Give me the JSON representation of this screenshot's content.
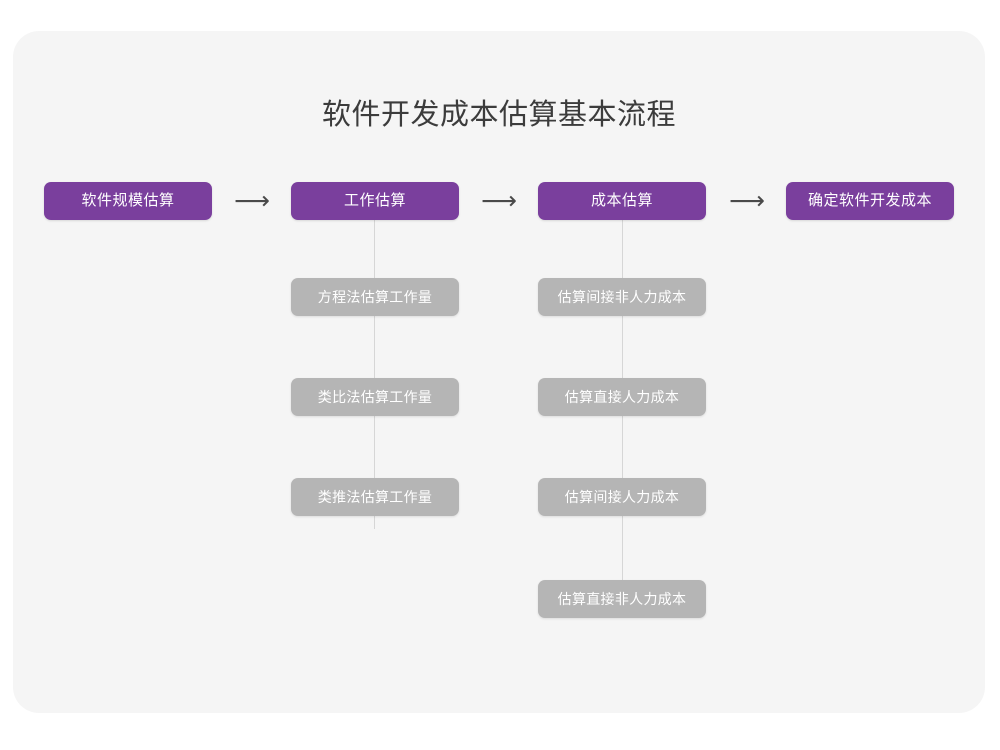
{
  "title": "软件开发成本估算基本流程",
  "colors": {
    "page_background": "#ffffff",
    "card_background": "#f5f5f5",
    "stage_purple": "#7a3f9d",
    "substep_gray": "#b5b5b5",
    "connector_line": "#d6d6d6",
    "title_text": "#3c3c3c",
    "box_text": "#ffffff",
    "arrow": "#4a4a4a"
  },
  "arrows": {
    "glyph": "⟶",
    "icon_name": "right-arrow-icon",
    "items": [
      {
        "from": "软件规模估算",
        "to": "工作估算"
      },
      {
        "from": "工作估算",
        "to": "成本估算"
      },
      {
        "from": "成本估算",
        "to": "确定软件开发成本"
      }
    ]
  },
  "flow": {
    "stages": [
      {
        "id": "stage-1",
        "label": "软件规模估算",
        "substeps": []
      },
      {
        "id": "stage-2",
        "label": "工作估算",
        "substeps": [
          "方程法估算工作量",
          "类比法估算工作量",
          "类推法估算工作量"
        ]
      },
      {
        "id": "stage-3",
        "label": "成本估算",
        "substeps": [
          "估算间接非人力成本",
          "估算直接人力成本",
          "估算间接人力成本",
          "估算直接非人力成本"
        ]
      },
      {
        "id": "stage-4",
        "label": "确定软件开发成本",
        "substeps": []
      }
    ]
  }
}
